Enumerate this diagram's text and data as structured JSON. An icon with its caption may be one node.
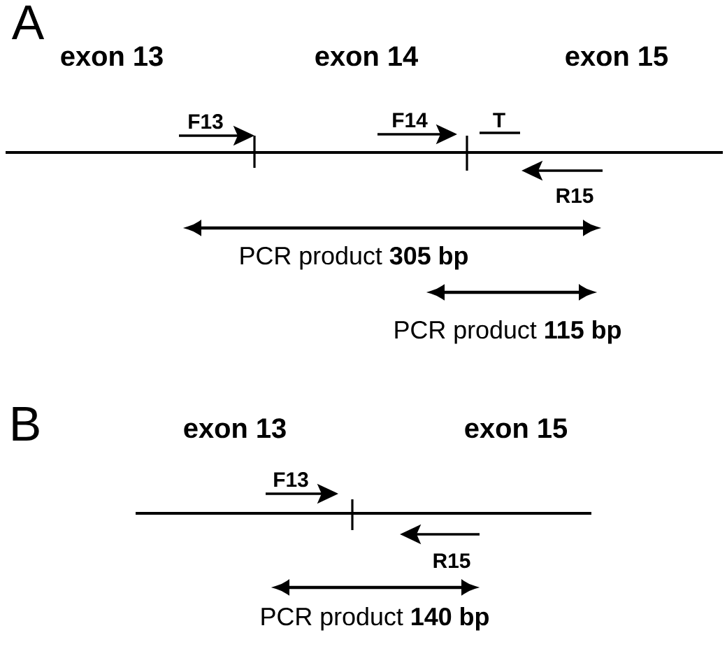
{
  "diagram": {
    "labels": [
      "A",
      "exon 13",
      "exon 14",
      "exon 15",
      "F13",
      "F14",
      "T",
      "R15",
      "PCR product **305 bp**",
      "PCR product **115 bp**",
      "B",
      "exon 13",
      "exon 15",
      "F13",
      "R15",
      "PCR product **140 bp**"
    ]
  }
}
